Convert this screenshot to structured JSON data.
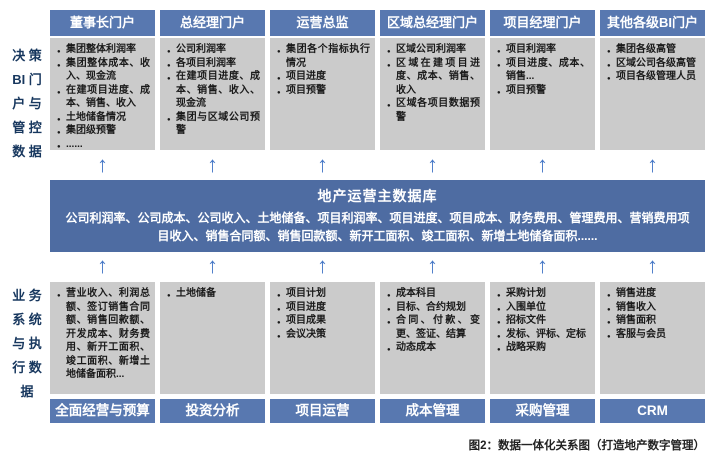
{
  "colors": {
    "portal_header_blue": "#5878B0",
    "database_blue": "#4E6CA2",
    "arrow_blue": "#4577C6",
    "panel_gray": "#CBCBCB",
    "side_label_navy": "#17375E"
  },
  "icons": {
    "up_arrow": "↑"
  },
  "side_labels": {
    "top": "决 策\nBI 门\n户 与\n管 控\n数 据",
    "bottom": "业 务\n系 统\n与 执\n行 数\n据"
  },
  "top_columns": [
    {
      "title": "董事长门户",
      "items": [
        "集团整体利润率",
        "集团整体成本、收入、现金流",
        "在建项目进度、成本、销售、收入",
        "土地储备情况",
        "集团级预警",
        "......"
      ]
    },
    {
      "title": "总经理门户",
      "items": [
        "公司利润率",
        "各项目利润率",
        "在建项目进度、成本、销售、收入、现金流",
        "集团与区域公司预警"
      ]
    },
    {
      "title": "运营总监",
      "items": [
        "集团各个指标执行情况",
        "项目进度",
        "项目预警"
      ]
    },
    {
      "title": "区域总经理门户",
      "items": [
        "区域公司利润率",
        "区域在建项目进度、成本、销售、收入",
        "区域各项目数据预警"
      ]
    },
    {
      "title": "项目经理门户",
      "items": [
        "项目利润率",
        "项目进度、成本、销售...",
        "项目预警"
      ]
    },
    {
      "title": "其他各级BI门户",
      "items": [
        "集团各级高管",
        "区域公司各级高管",
        "项目各级管理人员"
      ]
    }
  ],
  "database": {
    "title": "地产运营主数据库",
    "fields": "公司利润率、公司成本、公司收入、土地储备、项目利润率、项目进度、项目成本、财务费用、管理费用、营销费用项目收入、销售合同额、销售回款额、新开工面积、竣工面积、新增土地储备面积......"
  },
  "bottom_columns": [
    {
      "title": "全面经营与预算",
      "items": [
        "营业收入、利润总额、签订销售合同额、销售回款额、开发成本、财务费用、新开工面积、竣工面积、新增土地储备面积..."
      ]
    },
    {
      "title": "投资分析",
      "items": [
        "土地储备"
      ]
    },
    {
      "title": "项目运营",
      "items": [
        "项目计划",
        "项目进度",
        "项目成果",
        "会议决策"
      ]
    },
    {
      "title": "成本管理",
      "items": [
        "成本科目",
        "目标、合约规划",
        "合同、付款、变更、签证、结算",
        "动态成本"
      ]
    },
    {
      "title": "采购管理",
      "items": [
        "采购计划",
        "入围单位",
        "招标文件",
        "发标、评标、定标",
        "战略采购"
      ]
    },
    {
      "title": "CRM",
      "items": [
        "销售进度",
        "销售收入",
        "销售面积",
        "客服与会员"
      ]
    }
  ],
  "caption": "图2：数据一体化关系图（打造地产数字管理）"
}
